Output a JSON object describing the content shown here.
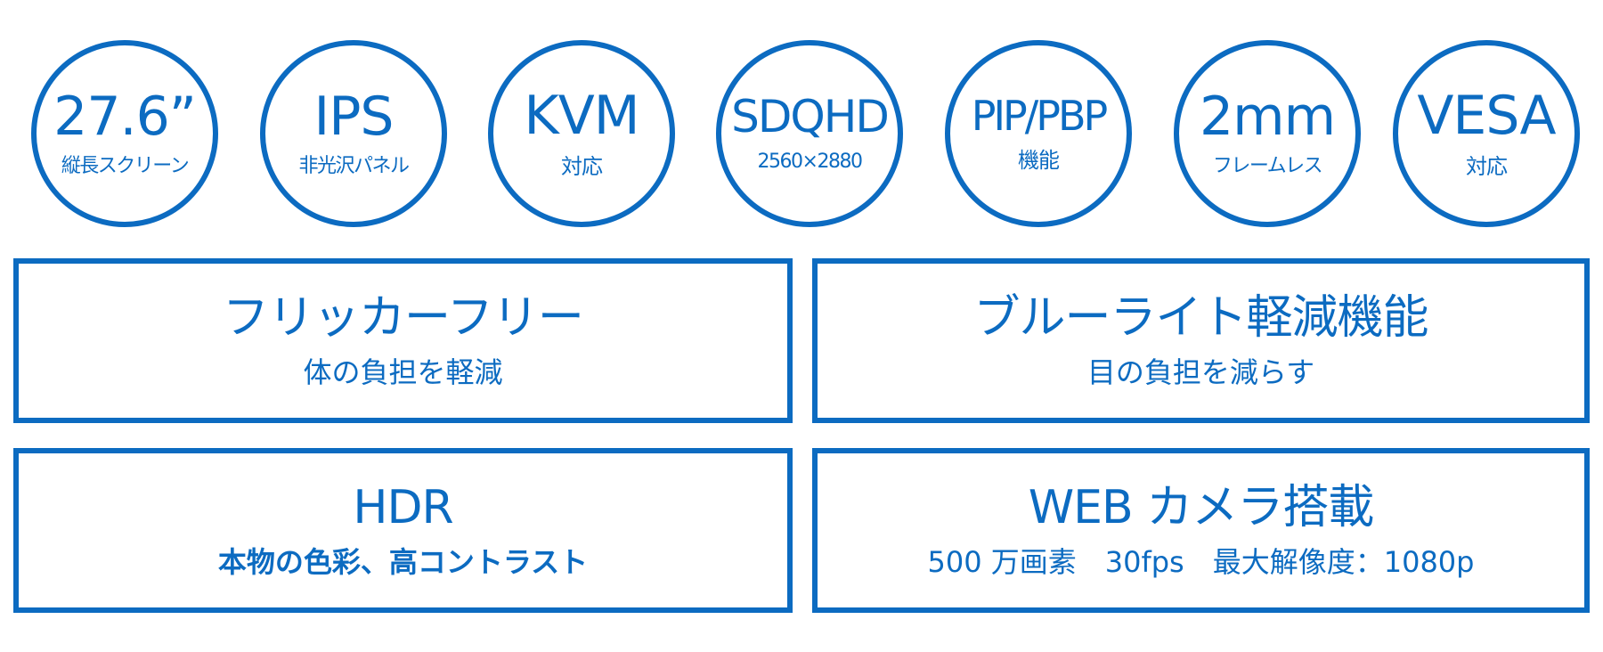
{
  "colors": {
    "accent": "#0c6bc1",
    "background": "#ffffff"
  },
  "circles": [
    {
      "main": "27.6”",
      "sub": "縦長スクリーン"
    },
    {
      "main": "IPS",
      "sub": "非光沢パネル"
    },
    {
      "main": "KVM",
      "sub": "対応"
    },
    {
      "main": "SDQHD",
      "sub": "2560×2880"
    },
    {
      "main": "PIP/PBP",
      "sub": "機能"
    },
    {
      "main": "2mm",
      "sub": "フレームレス"
    },
    {
      "main": "VESA",
      "sub": "対応"
    }
  ],
  "boxes": [
    {
      "title": "フリッカーフリー",
      "desc": "体の負担を軽減"
    },
    {
      "title": "ブルーライト軽減機能",
      "desc": "目の負担を減らす"
    },
    {
      "title": "HDR",
      "desc": "本物の色彩、高コントラスト"
    },
    {
      "title": "WEB カメラ搭載",
      "desc": "500 万画素　30fps　最大解像度：1080p"
    }
  ]
}
